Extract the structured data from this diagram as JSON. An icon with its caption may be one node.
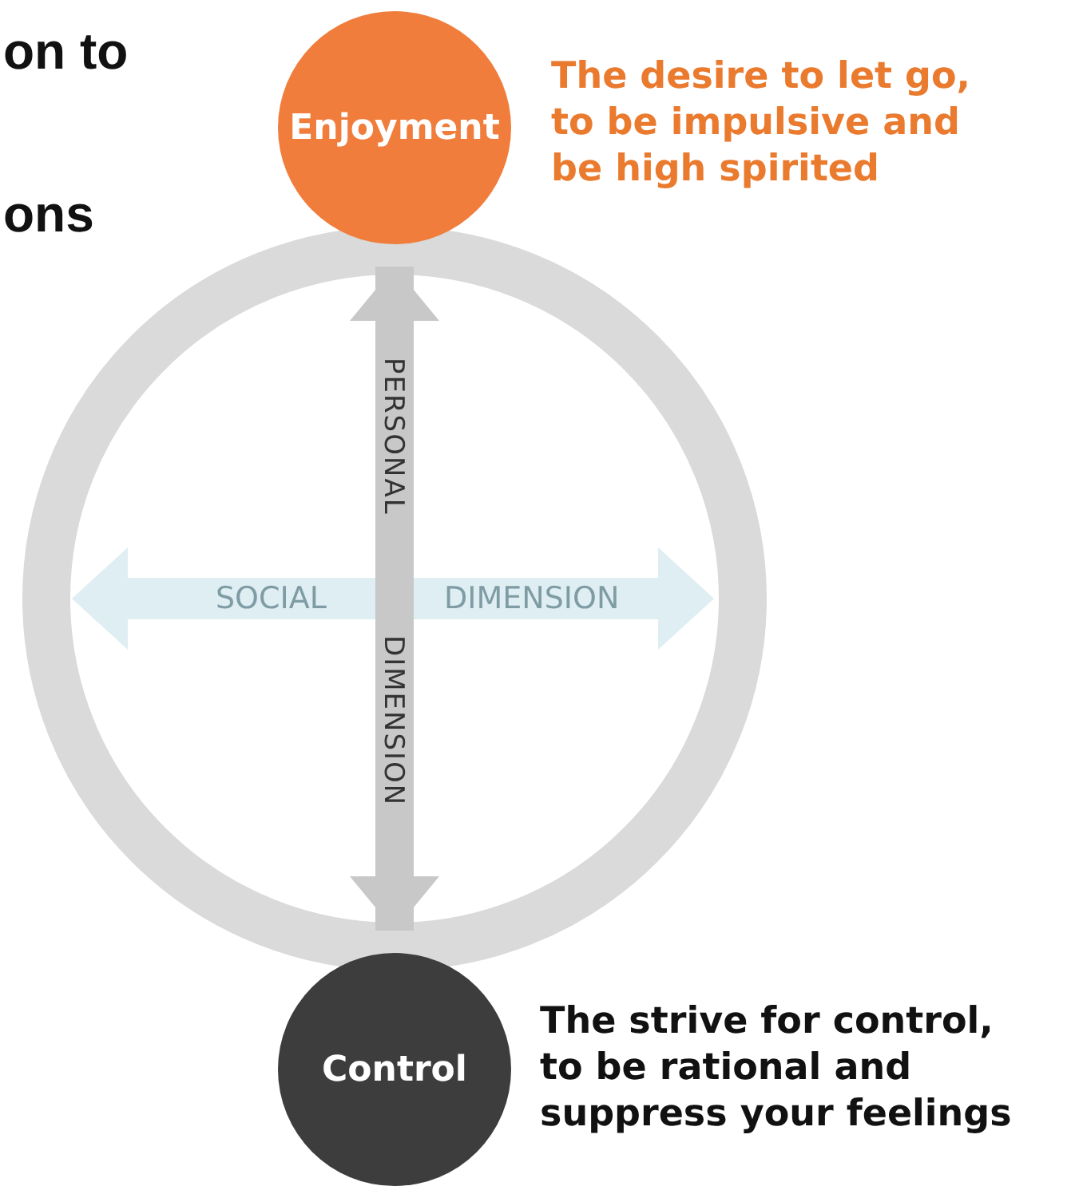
{
  "diagram": {
    "nodes": [
      {
        "text": [
          "Enjoyment"
        ],
        "beside": [
          "The desire to let go, to be impulsive and be high spirited"
        ]
      },
      {
        "text": [
          "Control"
        ],
        "beside": [
          "The strive for control, to be rational and suppress your feelings"
        ]
      }
    ],
    "edges": [
      {
        "from": 0,
        "to": 1,
        "arrow": "both"
      }
    ],
    "labels": [
      "on to",
      "ons",
      "PERSONAL",
      "DIMENSION",
      "SOCIAL",
      "DIMENSION"
    ]
  }
}
